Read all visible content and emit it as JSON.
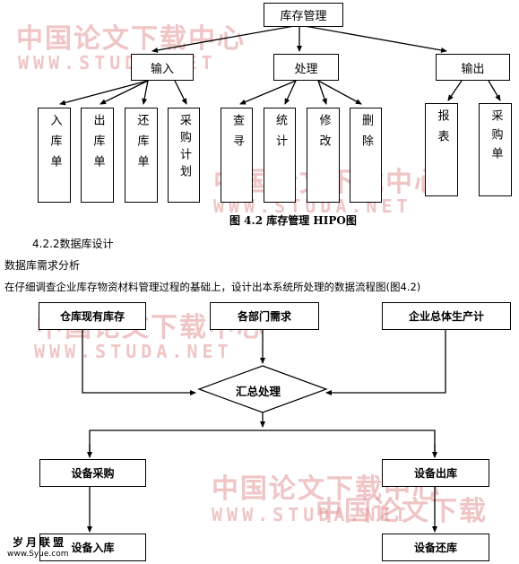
{
  "hipo": {
    "root": "库存管理",
    "modules": {
      "input": "输入",
      "process": "处理",
      "output": "输出"
    },
    "input_leaves": [
      "入库单",
      "出库单",
      "还库单",
      "采购计划"
    ],
    "process_leaves": [
      "查寻",
      "统计",
      "修改",
      "删除"
    ],
    "output_leaves": [
      "报表",
      "采购单"
    ],
    "caption": "图 4.2  库存管理 HIPO图"
  },
  "section": {
    "heading": "4.2.2数据库设计",
    "subheading": "数据库需求分析",
    "paragraph": "在仔细调查企业库存物资材料管理过程的基础上，设计出本系统所处理的数据流程图(图4.2)"
  },
  "flow": {
    "sources": [
      "仓库现有库存",
      "各部门需求",
      "企业总体生产计"
    ],
    "center": "汇总处理",
    "left_branch": [
      "设备采购",
      "设备入库"
    ],
    "right_branch": [
      "设备出库",
      "设备还库"
    ]
  },
  "watermarks": {
    "cn": "中国论文下载中心",
    "en": "WWW.STUDA.NET",
    "cn_partial": "中国论文下载"
  },
  "corner_logo": {
    "title": "岁月联盟",
    "url": "www.Syue.com"
  },
  "colors": {
    "watermark": "#e29696",
    "line": "#000000"
  }
}
